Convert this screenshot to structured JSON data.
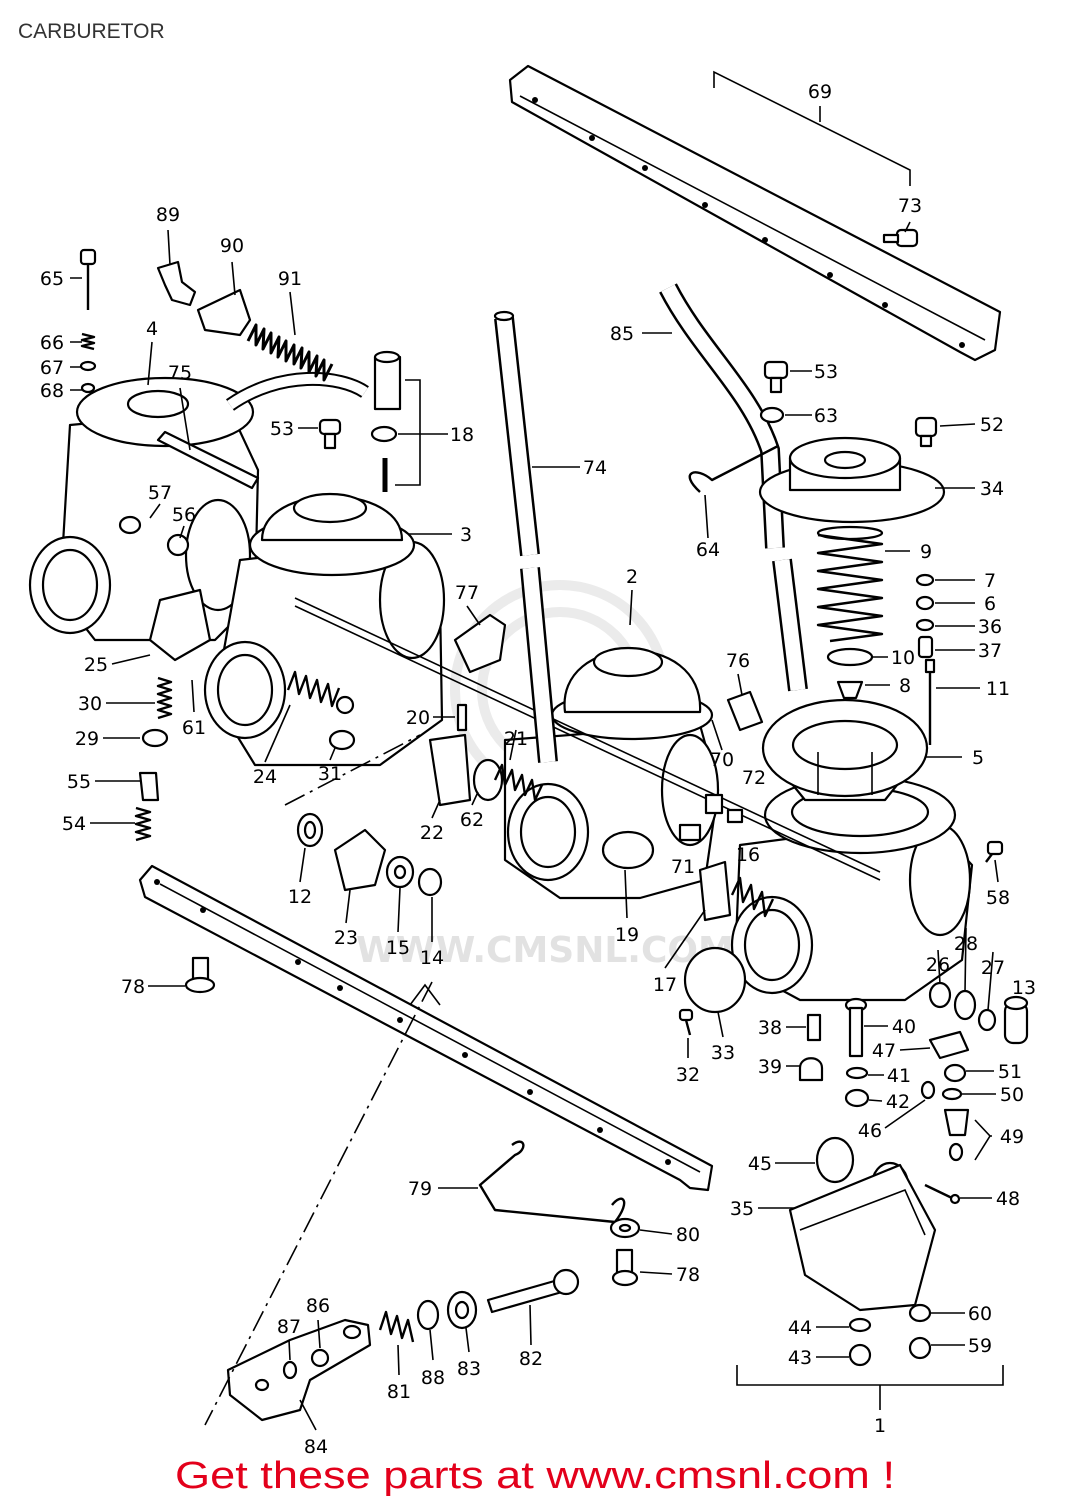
{
  "page": {
    "title": "CARBURETOR",
    "watermark": "WWW.CMSNL.COM",
    "footer": "Get these parts at www.cmsnl.com !"
  },
  "colors": {
    "background": "#ffffff",
    "line": "#000000",
    "title_text": "#333333",
    "footer_text": "#e3001b",
    "watermark": "#e2e2e2"
  },
  "part_labels": [
    "69",
    "73",
    "89",
    "90",
    "65",
    "91",
    "85",
    "4",
    "66",
    "67",
    "68",
    "75",
    "53",
    "63",
    "52",
    "53",
    "18",
    "74",
    "34",
    "57",
    "56",
    "3",
    "64",
    "9",
    "2",
    "7",
    "77",
    "6",
    "36",
    "37",
    "10",
    "76",
    "25",
    "8",
    "11",
    "30",
    "20",
    "61",
    "21",
    "29",
    "70",
    "72",
    "5",
    "24",
    "31",
    "55",
    "54",
    "62",
    "22",
    "71",
    "16",
    "12",
    "58",
    "19",
    "23",
    "15",
    "14",
    "28",
    "26",
    "27",
    "13",
    "78",
    "17",
    "38",
    "40",
    "33",
    "47",
    "39",
    "51",
    "32",
    "41",
    "50",
    "42",
    "46",
    "49",
    "45",
    "79",
    "48",
    "35",
    "80",
    "78",
    "60",
    "86",
    "87",
    "44",
    "82",
    "59",
    "43",
    "81",
    "88",
    "83",
    "1",
    "84"
  ]
}
